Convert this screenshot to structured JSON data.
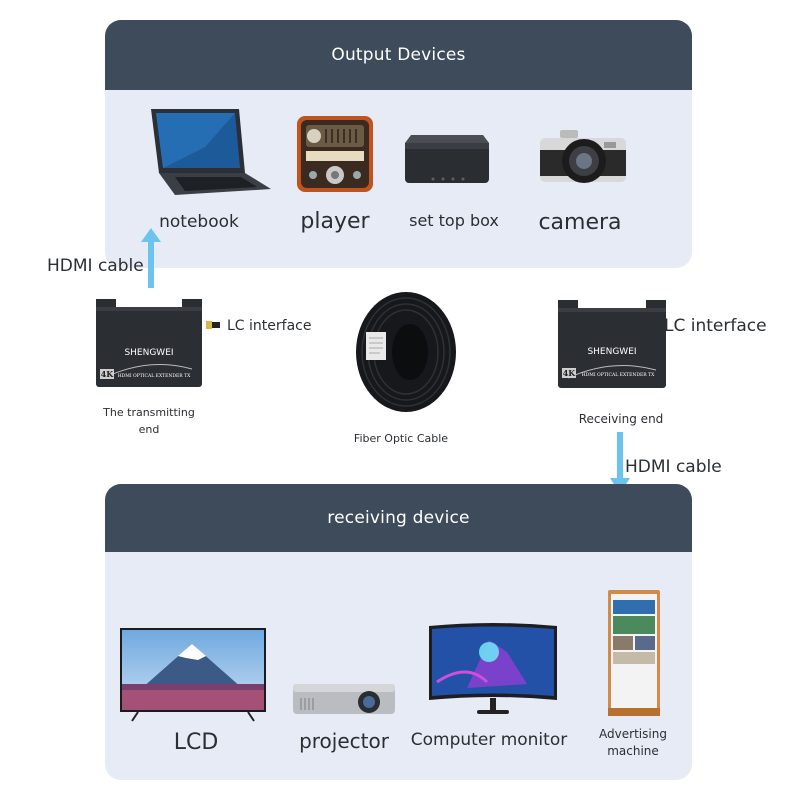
{
  "output_panel": {
    "title": "Output Devices",
    "devices": [
      {
        "name": "notebook",
        "icon": "notebook-icon"
      },
      {
        "name": "player",
        "icon": "radio-player-icon"
      },
      {
        "name": "set top box",
        "icon": "set-top-box-icon"
      },
      {
        "name": "camera",
        "icon": "camera-icon"
      }
    ]
  },
  "middle": {
    "hdmi_cable_left": "HDMI cable",
    "transmitter": {
      "brand": "SHENGWEI",
      "model": "HDMI OPTICAL EXTENDER TX",
      "badge": "4K",
      "label_line1": "The transmitting",
      "label_line2": "end"
    },
    "lc_interface_left": "LC interface",
    "fiber": {
      "label": "Fiber Optic Cable"
    },
    "receiver": {
      "brand": "SHENGWEI",
      "model": "HDMI OPTICAL EXTENDER TX",
      "badge": "4K",
      "label": "Receiving end"
    },
    "lc_interface_right": "LC interface",
    "hdmi_cable_right": "HDMI cable"
  },
  "receiving_panel": {
    "title": "receiving device",
    "devices": [
      {
        "name": "LCD",
        "icon": "lcd-tv-icon"
      },
      {
        "name": "projector",
        "icon": "projector-icon"
      },
      {
        "name": "Computer monitor",
        "icon": "monitor-icon"
      },
      {
        "name_line1": "Advertising",
        "name_line2": "machine",
        "icon": "advertising-kiosk-icon"
      }
    ]
  },
  "colors": {
    "panel_bg": "#e6ebf5",
    "header_bg": "#3d4b5a",
    "arrow": "#6cc4ee",
    "device_black": "#23272b"
  }
}
